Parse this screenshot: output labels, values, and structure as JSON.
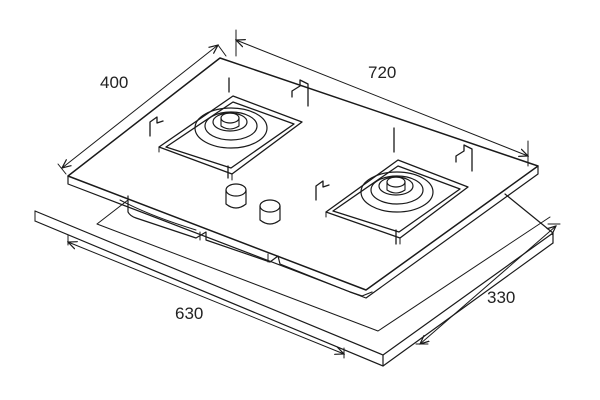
{
  "dimensions": {
    "glass_depth": "400",
    "glass_width": "720",
    "cutout_width": "630",
    "cutout_depth": "330"
  }
}
